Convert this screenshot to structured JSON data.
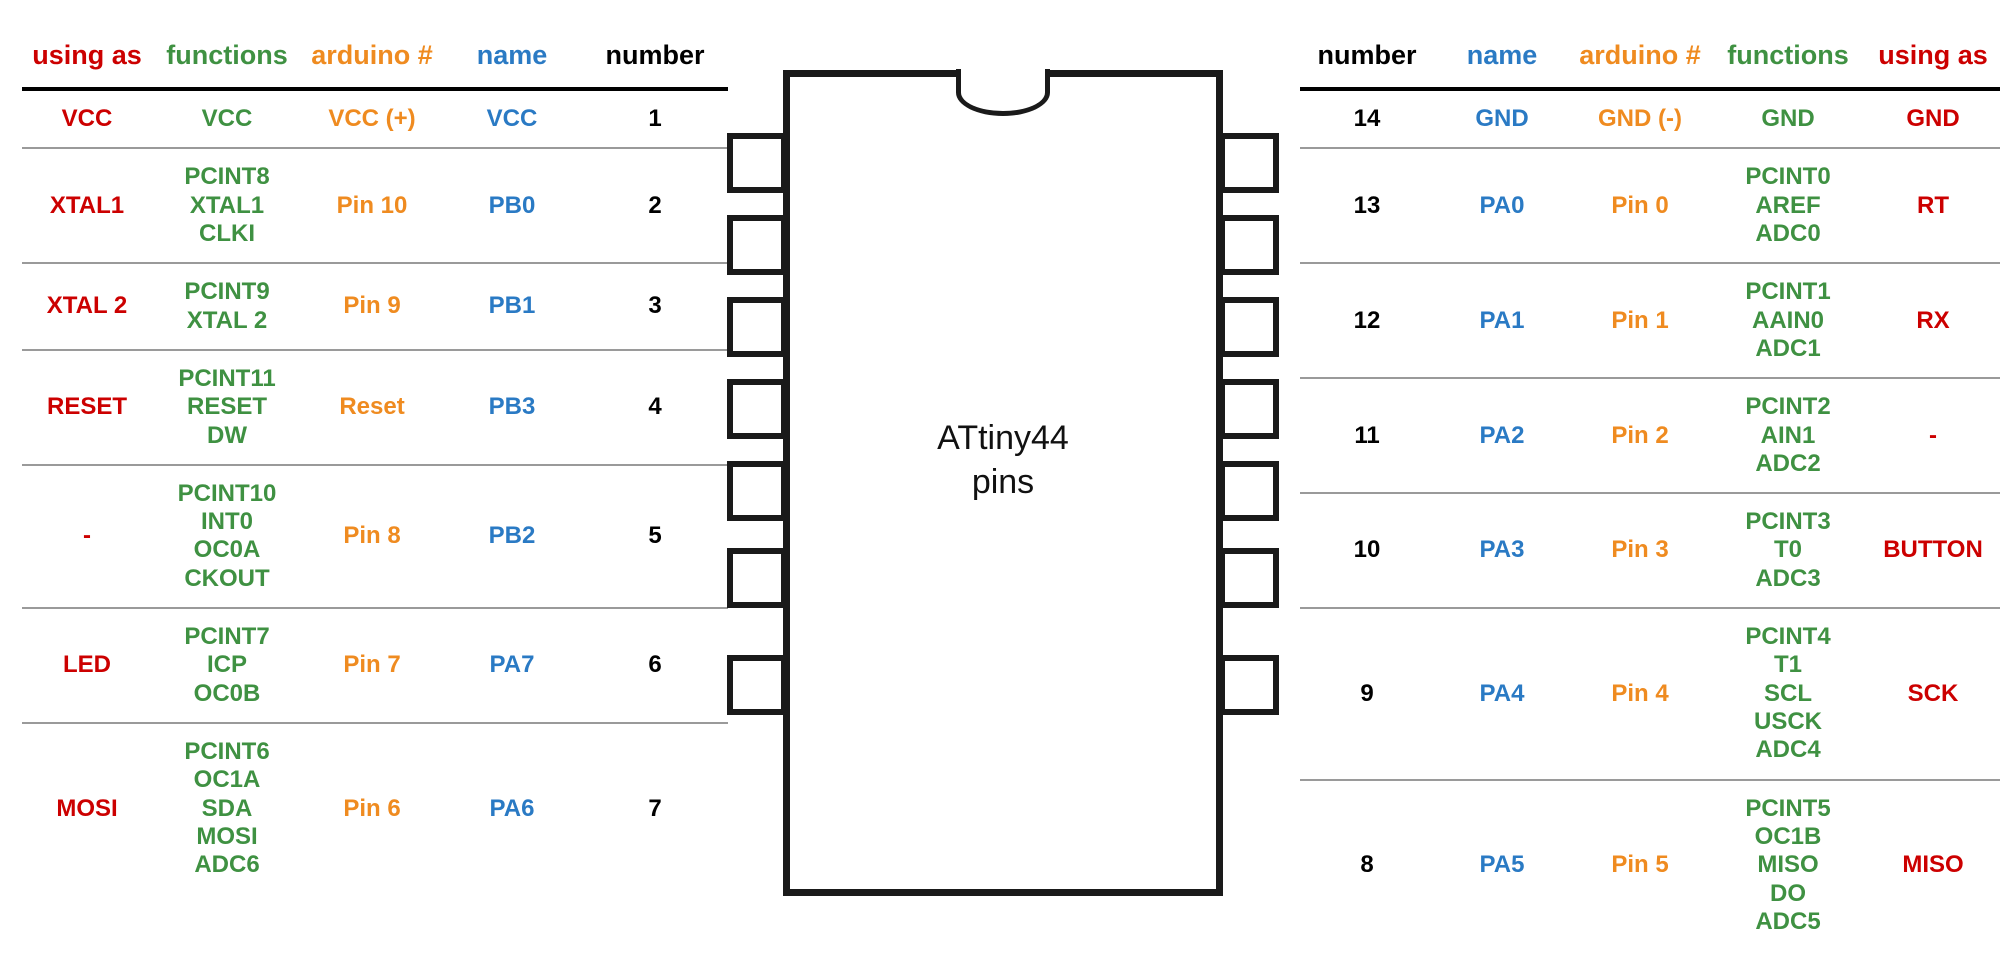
{
  "chip": {
    "label_line1": "ATtiny44",
    "label_line2": "pins",
    "label": "ATtiny44\npins",
    "package_pins": 14,
    "notch": "top-center-notch"
  },
  "left_table": {
    "headers": [
      {
        "key": "using_as",
        "label": "using as",
        "color": "#cc0000"
      },
      {
        "key": "functions",
        "label": "functions",
        "color": "#3f9142"
      },
      {
        "key": "arduino",
        "label": "arduino #",
        "color": "#ef8b20"
      },
      {
        "key": "name",
        "label": "name",
        "color": "#2a7ac4"
      },
      {
        "key": "number",
        "label": "number",
        "color": "#000000"
      }
    ],
    "rows": [
      {
        "using_as": "VCC",
        "functions": "VCC",
        "arduino": "VCC (+)",
        "name": "VCC",
        "number": "1"
      },
      {
        "using_as": "XTAL1",
        "functions": "PCINT8\nXTAL1\nCLKI",
        "arduino": "Pin 10",
        "name": "PB0",
        "number": "2"
      },
      {
        "using_as": "XTAL 2",
        "functions": "PCINT9\nXTAL 2",
        "arduino": "Pin 9",
        "name": "PB1",
        "number": "3"
      },
      {
        "using_as": "RESET",
        "functions": "PCINT11\nRESET\nDW",
        "arduino": "Reset",
        "name": "PB3",
        "number": "4"
      },
      {
        "using_as": "-",
        "functions": "PCINT10\nINT0\nOC0A\nCKOUT",
        "arduino": "Pin 8",
        "name": "PB2",
        "number": "5"
      },
      {
        "using_as": "LED",
        "functions": "PCINT7\nICP\nOC0B",
        "arduino": "Pin 7",
        "name": "PA7",
        "number": "6"
      },
      {
        "using_as": "MOSI",
        "functions": "PCINT6\nOC1A\nSDA\nMOSI\nADC6",
        "arduino": "Pin 6",
        "name": "PA6",
        "number": "7"
      }
    ]
  },
  "right_table": {
    "headers": [
      {
        "key": "number",
        "label": "number",
        "color": "#000000"
      },
      {
        "key": "name",
        "label": "name",
        "color": "#2a7ac4"
      },
      {
        "key": "arduino",
        "label": "arduino #",
        "color": "#ef8b20"
      },
      {
        "key": "functions",
        "label": "functions",
        "color": "#3f9142"
      },
      {
        "key": "using_as",
        "label": "using as",
        "color": "#cc0000"
      }
    ],
    "rows": [
      {
        "number": "14",
        "name": "GND",
        "arduino": "GND (-)",
        "functions": "GND",
        "using_as": "GND"
      },
      {
        "number": "13",
        "name": "PA0",
        "arduino": "Pin 0",
        "functions": "PCINT0\nAREF\nADC0",
        "using_as": "RT"
      },
      {
        "number": "12",
        "name": "PA1",
        "arduino": "Pin 1",
        "functions": "PCINT1\nAAIN0\nADC1",
        "using_as": "RX"
      },
      {
        "number": "11",
        "name": "PA2",
        "arduino": "Pin 2",
        "functions": "PCINT2\nAIN1\nADC2",
        "using_as": "-"
      },
      {
        "number": "10",
        "name": "PA3",
        "arduino": "Pin 3",
        "functions": "PCINT3\nT0\nADC3",
        "using_as": "BUTTON"
      },
      {
        "number": "9",
        "name": "PA4",
        "arduino": "Pin 4",
        "functions": "PCINT4\nT1\nSCL\nUSCK\nADC4",
        "using_as": "SCK"
      },
      {
        "number": "8",
        "name": "PA5",
        "arduino": "Pin 5",
        "functions": "PCINT5\nOC1B\nMISO\nDO\nADC5",
        "using_as": "MISO"
      }
    ]
  },
  "colors": {
    "using_as": "#cc0000",
    "functions": "#3f9142",
    "arduino": "#ef8b20",
    "name": "#2a7ac4",
    "number": "#000000",
    "chip_outline": "#1a1a1a",
    "rule": "#9a9a9a",
    "header_rule": "#000000",
    "background": "#ffffff"
  }
}
